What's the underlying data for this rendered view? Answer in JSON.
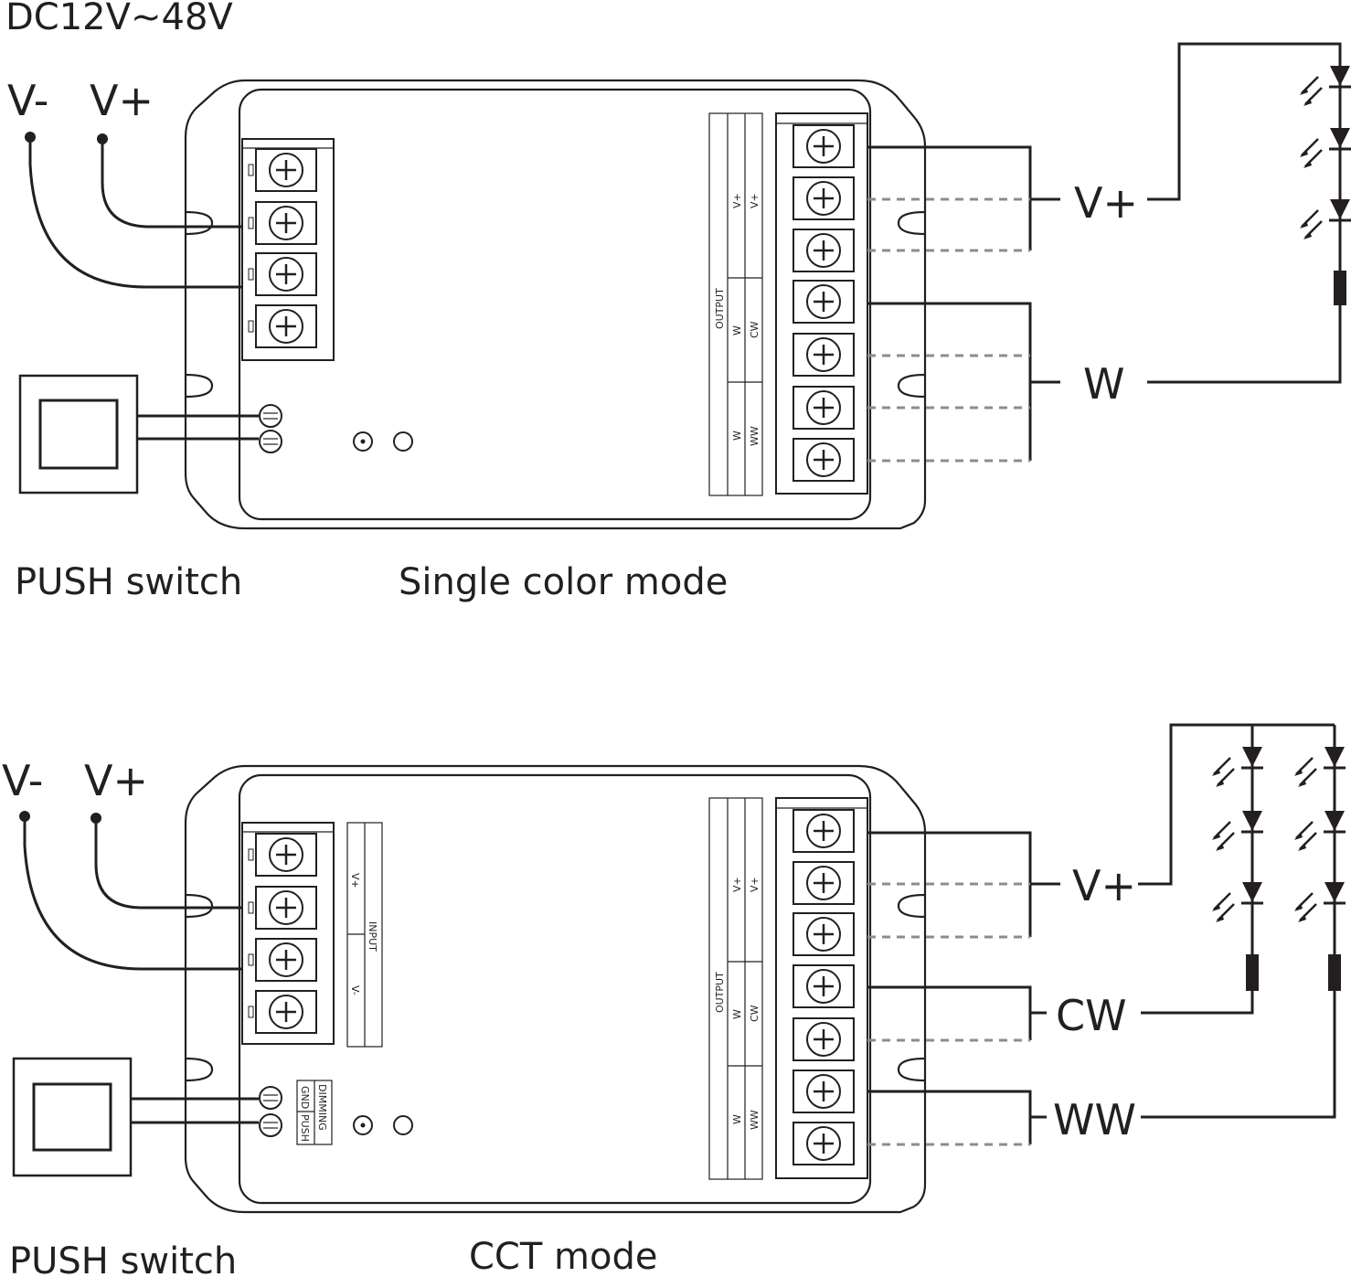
{
  "supply": {
    "voltage_range": "DC12V~48V"
  },
  "single_color": {
    "title": "Single color mode",
    "switch_label": "PUSH switch",
    "input_minus": "V-",
    "input_plus": "V+",
    "terminal_labels": {
      "v_plus": "V+",
      "w": "W",
      "cw": "CW",
      "ww": "WW",
      "output": "OUTPUT"
    },
    "outputs": [
      "V+",
      "W"
    ]
  },
  "cct": {
    "title": "CCT mode",
    "switch_label": "PUSH  switch",
    "input_minus": "V-",
    "input_plus": "V+",
    "terminal_labels": {
      "v_plus": "V+",
      "w": "W",
      "cw": "CW",
      "ww": "WW",
      "output": "OUTPUT",
      "input": "INPUT",
      "in_plus": "V+",
      "in_minus": "V-",
      "dimming": "DIMMING",
      "gnd": "GND",
      "push": "PUSH"
    },
    "outputs": [
      "V+",
      "CW",
      "WW"
    ]
  },
  "colors": {
    "line": "#231f20",
    "dashed_wire": "#8c8c8c"
  }
}
